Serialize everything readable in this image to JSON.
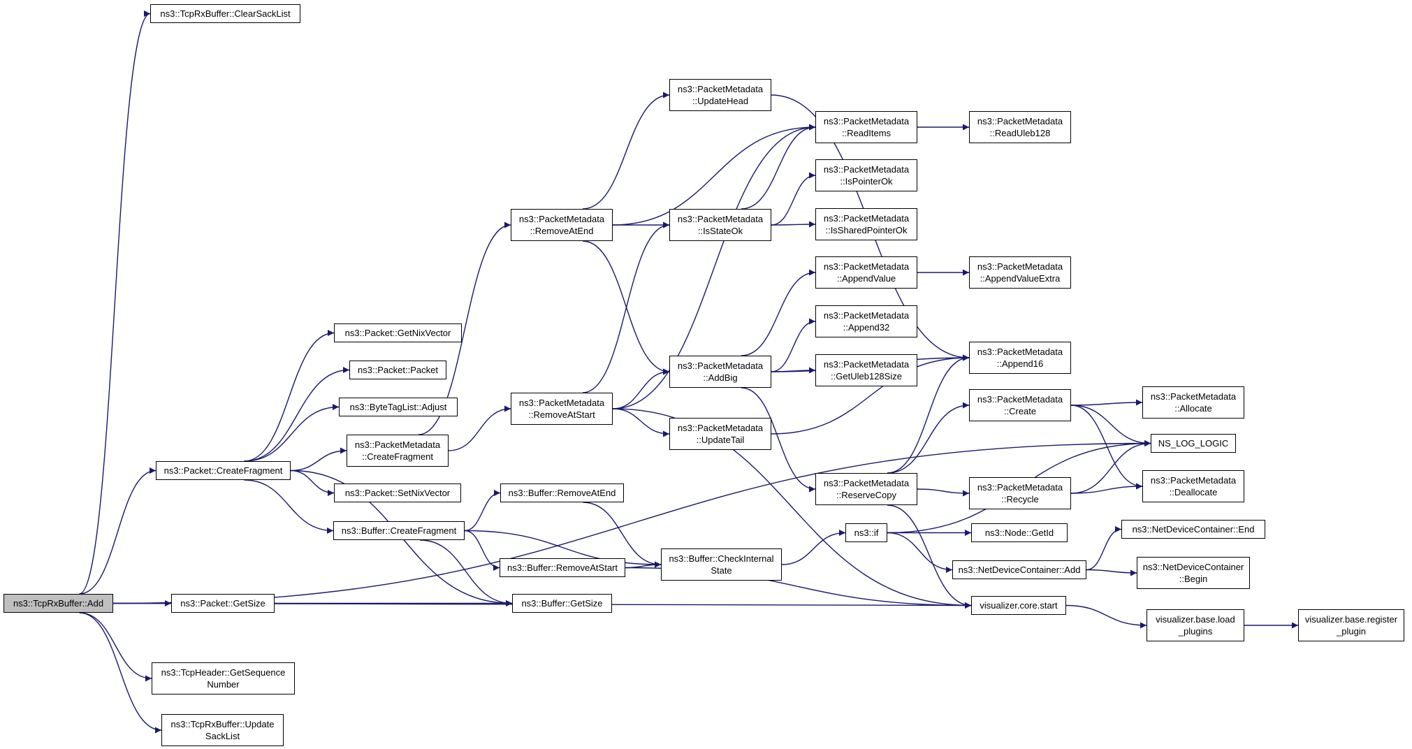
{
  "colors": {
    "edge": "#191970",
    "node_border": "#000000",
    "root_fill": "#bfbfbf",
    "node_fill": "#ffffff"
  },
  "nodes": {
    "add": [
      "ns3::TcpRxBuffer::Add"
    ],
    "clearSackList": [
      "ns3::TcpRxBuffer::ClearSackList"
    ],
    "pktCreateFragment": [
      "ns3::Packet::CreateFragment"
    ],
    "pktGetSize": [
      "ns3::Packet::GetSize"
    ],
    "tcpHdrSeq": [
      "ns3::TcpHeader::GetSequence",
      "Number"
    ],
    "updateSackList": [
      "ns3::TcpRxBuffer::Update",
      "SackList"
    ],
    "getNixVector": [
      "ns3::Packet::GetNixVector"
    ],
    "pktPacket": [
      "ns3::Packet::Packet"
    ],
    "btlAdjust": [
      "ns3::ByteTagList::Adjust"
    ],
    "pmCreateFragment": [
      "ns3::PacketMetadata",
      "::CreateFragment"
    ],
    "setNixVector": [
      "ns3::Packet::SetNixVector"
    ],
    "bufCreateFragment": [
      "ns3::Buffer::CreateFragment"
    ],
    "pmRemoveAtEnd": [
      "ns3::PacketMetadata",
      "::RemoveAtEnd"
    ],
    "pmRemoveAtStart": [
      "ns3::PacketMetadata",
      "::RemoveAtStart"
    ],
    "bufRemoveAtEnd": [
      "ns3::Buffer::RemoveAtEnd"
    ],
    "bufRemoveAtStart": [
      "ns3::Buffer::RemoveAtStart"
    ],
    "bufGetSize": [
      "ns3::Buffer::GetSize"
    ],
    "pmUpdateHead": [
      "ns3::PacketMetadata",
      "::UpdateHead"
    ],
    "pmIsStateOk": [
      "ns3::PacketMetadata",
      "::IsStateOk"
    ],
    "pmAddBig": [
      "ns3::PacketMetadata",
      "::AddBig"
    ],
    "pmUpdateTail": [
      "ns3::PacketMetadata",
      "::UpdateTail"
    ],
    "bufCheckInternal": [
      "ns3::Buffer::CheckInternal",
      "State"
    ],
    "pmReadItems": [
      "ns3::PacketMetadata",
      "::ReadItems"
    ],
    "pmIsPointerOk": [
      "ns3::PacketMetadata",
      "::IsPointerOk"
    ],
    "pmIsSharedPointerOk": [
      "ns3::PacketMetadata",
      "::IsSharedPointerOk"
    ],
    "pmAppendValue": [
      "ns3::PacketMetadata",
      "::AppendValue"
    ],
    "pmAppend32": [
      "ns3::PacketMetadata",
      "::Append32"
    ],
    "pmGetUleb128Size": [
      "ns3::PacketMetadata",
      "::GetUleb128Size"
    ],
    "pmReserveCopy": [
      "ns3::PacketMetadata",
      "::ReserveCopy"
    ],
    "ns3if": [
      "ns3::if"
    ],
    "pmReadUleb128": [
      "ns3::PacketMetadata",
      "::ReadUleb128"
    ],
    "pmAppendValueExtra": [
      "ns3::PacketMetadata",
      "::AppendValueExtra"
    ],
    "pmAppend16": [
      "ns3::PacketMetadata",
      "::Append16"
    ],
    "pmCreate": [
      "ns3::PacketMetadata",
      "::Create"
    ],
    "pmRecycle": [
      "ns3::PacketMetadata",
      "::Recycle"
    ],
    "nodeGetId": [
      "ns3::Node::GetId"
    ],
    "ndcAdd": [
      "ns3::NetDeviceContainer::Add"
    ],
    "vizCoreStart": [
      "visualizer.core.start"
    ],
    "pmAllocate": [
      "ns3::PacketMetadata",
      "::Allocate"
    ],
    "nsLogLogic": [
      "NS_LOG_LOGIC"
    ],
    "pmDeallocate": [
      "ns3::PacketMetadata",
      "::Deallocate"
    ],
    "ndcEnd": [
      "ns3::NetDeviceContainer::End"
    ],
    "ndcBegin": [
      "ns3::NetDeviceContainer",
      "::Begin"
    ],
    "vizLoadPlugins": [
      "visualizer.base.load",
      "_plugins"
    ],
    "vizRegisterPlugin": [
      "visualizer.base.register",
      "_plugin"
    ]
  },
  "edges": [
    [
      "add",
      "clearSackList"
    ],
    [
      "add",
      "nsLogLogic"
    ],
    [
      "add",
      "pktCreateFragment"
    ],
    [
      "add",
      "pktGetSize"
    ],
    [
      "add",
      "vizCoreStart"
    ],
    [
      "add",
      "tcpHdrSeq"
    ],
    [
      "add",
      "updateSackList"
    ],
    [
      "pktCreateFragment",
      "getNixVector"
    ],
    [
      "pktCreateFragment",
      "pktPacket"
    ],
    [
      "pktCreateFragment",
      "btlAdjust"
    ],
    [
      "pktCreateFragment",
      "pmCreateFragment"
    ],
    [
      "pktCreateFragment",
      "setNixVector"
    ],
    [
      "pktCreateFragment",
      "bufCreateFragment"
    ],
    [
      "pktCreateFragment",
      "bufGetSize"
    ],
    [
      "pktGetSize",
      "bufGetSize"
    ],
    [
      "pmCreateFragment",
      "pmRemoveAtEnd"
    ],
    [
      "pmCreateFragment",
      "pmRemoveAtStart"
    ],
    [
      "bufCreateFragment",
      "bufRemoveAtEnd"
    ],
    [
      "bufCreateFragment",
      "bufRemoveAtStart"
    ],
    [
      "bufCreateFragment",
      "bufCheckInternal"
    ],
    [
      "bufCreateFragment",
      "bufGetSize"
    ],
    [
      "pmRemoveAtEnd",
      "pmUpdateHead"
    ],
    [
      "pmRemoveAtEnd",
      "pmReadItems"
    ],
    [
      "pmRemoveAtEnd",
      "pmIsStateOk"
    ],
    [
      "pmRemoveAtEnd",
      "pmAddBig"
    ],
    [
      "pmRemoveAtStart",
      "pmReadItems"
    ],
    [
      "pmRemoveAtStart",
      "pmIsStateOk"
    ],
    [
      "pmRemoveAtStart",
      "pmAddBig"
    ],
    [
      "pmRemoveAtStart",
      "pmUpdateTail"
    ],
    [
      "pmRemoveAtStart",
      "vizCoreStart"
    ],
    [
      "bufRemoveAtEnd",
      "bufCheckInternal"
    ],
    [
      "bufRemoveAtStart",
      "bufCheckInternal"
    ],
    [
      "bufRemoveAtStart",
      "vizCoreStart"
    ],
    [
      "bufCheckInternal",
      "ns3if"
    ],
    [
      "pmUpdateHead",
      "pmAppend16"
    ],
    [
      "pmIsStateOk",
      "pmReadItems"
    ],
    [
      "pmIsStateOk",
      "pmIsPointerOk"
    ],
    [
      "pmIsStateOk",
      "pmIsSharedPointerOk"
    ],
    [
      "pmAddBig",
      "pmAppendValue"
    ],
    [
      "pmAddBig",
      "pmAppend32"
    ],
    [
      "pmAddBig",
      "pmGetUleb128Size"
    ],
    [
      "pmAddBig",
      "pmAppend16"
    ],
    [
      "pmAddBig",
      "pmReserveCopy"
    ],
    [
      "pmUpdateTail",
      "pmAppend16"
    ],
    [
      "pmReadItems",
      "pmReadUleb128"
    ],
    [
      "pmAppendValue",
      "pmAppendValueExtra"
    ],
    [
      "pmReserveCopy",
      "pmAppend16"
    ],
    [
      "pmReserveCopy",
      "pmCreate"
    ],
    [
      "pmReserveCopy",
      "pmRecycle"
    ],
    [
      "pmReserveCopy",
      "vizCoreStart"
    ],
    [
      "ns3if",
      "nsLogLogic"
    ],
    [
      "ns3if",
      "nodeGetId"
    ],
    [
      "ns3if",
      "ndcAdd"
    ],
    [
      "pmCreate",
      "pmAllocate"
    ],
    [
      "pmCreate",
      "nsLogLogic"
    ],
    [
      "pmCreate",
      "pmDeallocate"
    ],
    [
      "pmRecycle",
      "nsLogLogic"
    ],
    [
      "pmRecycle",
      "pmDeallocate"
    ],
    [
      "ndcAdd",
      "ndcEnd"
    ],
    [
      "ndcAdd",
      "ndcBegin"
    ],
    [
      "vizCoreStart",
      "vizLoadPlugins"
    ],
    [
      "vizLoadPlugins",
      "vizRegisterPlugin"
    ]
  ]
}
